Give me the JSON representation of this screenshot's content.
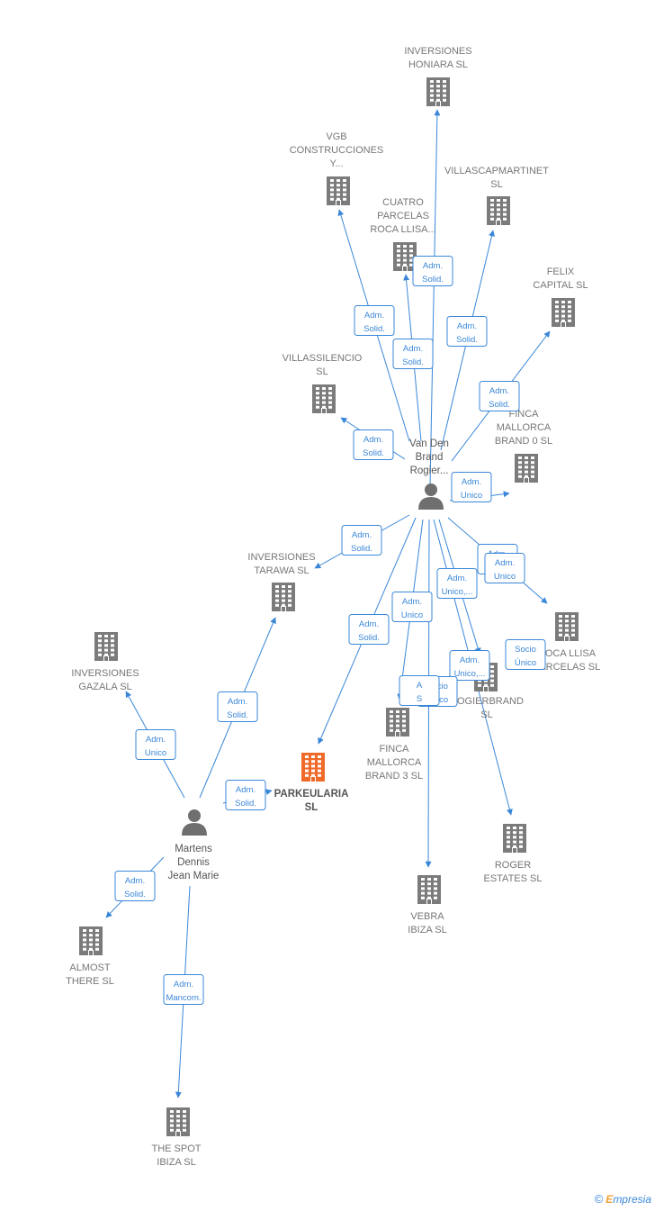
{
  "colors": {
    "company": "#7b7b7b",
    "focus": "#f06a2a",
    "person": "#6f6f6f",
    "edge": "#3a87d8"
  },
  "nodes": [
    {
      "id": "honiara",
      "type": "company",
      "lines": [
        "INVERSIONES",
        "HONIARA  SL"
      ]
    },
    {
      "id": "vgb",
      "type": "company",
      "lines": [
        "VGB",
        "CONSTRUCCIONES",
        "Y..."
      ]
    },
    {
      "id": "villascap",
      "type": "company",
      "lines": [
        "VILLASCAPMARTINET",
        "SL"
      ]
    },
    {
      "id": "cuatro",
      "type": "company",
      "lines": [
        "CUATRO",
        "PARCELAS",
        "ROCA LLISA..."
      ]
    },
    {
      "id": "felix",
      "type": "company",
      "lines": [
        "FELIX",
        "CAPITAL  SL"
      ]
    },
    {
      "id": "villassilencio",
      "type": "company",
      "lines": [
        "VILLASSILENCIO",
        "SL"
      ]
    },
    {
      "id": "finca0",
      "type": "company",
      "lines": [
        "FINCA",
        "MALLORCA",
        "BRAND 0  SL"
      ]
    },
    {
      "id": "vandenbrand",
      "type": "person",
      "lines": [
        "Van Den",
        "Brand",
        "Rogier..."
      ]
    },
    {
      "id": "tarawa",
      "type": "company",
      "lines": [
        "INVERSIONES",
        "TARAWA  SL"
      ]
    },
    {
      "id": "gazala",
      "type": "company",
      "lines": [
        "INVERSIONES",
        "GAZALA  SL"
      ]
    },
    {
      "id": "rocallisa",
      "type": "company",
      "lines": [
        "ROCA LLISA",
        "PARCELAS  SL"
      ]
    },
    {
      "id": "rogierbrand",
      "type": "company",
      "lines": [
        "ROGIERBRAND",
        "SL"
      ]
    },
    {
      "id": "finca3",
      "type": "company",
      "lines": [
        "FINCA",
        "MALLORCA",
        "BRAND 3  SL"
      ]
    },
    {
      "id": "parkeularia",
      "type": "focus",
      "lines": [
        "PARKEULARIA",
        "SL"
      ]
    },
    {
      "id": "martens",
      "type": "person",
      "lines": [
        "Martens",
        "Dennis",
        "Jean Marie"
      ]
    },
    {
      "id": "rogerestates",
      "type": "company",
      "lines": [
        "ROGER",
        "ESTATES  SL"
      ]
    },
    {
      "id": "vebra",
      "type": "company",
      "lines": [
        "VEBRA",
        "IBIZA  SL"
      ]
    },
    {
      "id": "almost",
      "type": "company",
      "lines": [
        "ALMOST",
        "THERE  SL"
      ]
    },
    {
      "id": "thespot",
      "type": "company",
      "lines": [
        "THE SPOT",
        "IBIZA  SL"
      ]
    }
  ],
  "edges": [
    {
      "from": "vandenbrand",
      "to": "honiara",
      "label": [
        "Adm.",
        "Solid."
      ]
    },
    {
      "from": "vandenbrand",
      "to": "vgb",
      "label": [
        "Adm.",
        "Solid."
      ]
    },
    {
      "from": "vandenbrand",
      "to": "cuatro",
      "label": [
        "Adm.",
        "Solid."
      ]
    },
    {
      "from": "vandenbrand",
      "to": "villascap",
      "label": [
        "Adm.",
        "Solid."
      ]
    },
    {
      "from": "vandenbrand",
      "to": "felix",
      "label": [
        "Adm.",
        "Solid."
      ]
    },
    {
      "from": "vandenbrand",
      "to": "villassilencio",
      "label": [
        "Adm.",
        "Solid."
      ]
    },
    {
      "from": "vandenbrand",
      "to": "finca0",
      "label": [
        "Adm.",
        "Unico"
      ]
    },
    {
      "from": "vandenbrand",
      "to": "tarawa",
      "label": [
        "Adm.",
        "Solid."
      ]
    },
    {
      "from": "vandenbrand",
      "to": "rocallisa",
      "label": [
        "Adm.",
        "Unico"
      ]
    },
    {
      "from": "vandenbrand",
      "to": "rogierbrand",
      "label": [
        "Adm.",
        "Unico,..."
      ]
    },
    {
      "from": "vandenbrand",
      "to": "finca3",
      "label": [
        "Adm.",
        "Unico"
      ]
    },
    {
      "from": "vandenbrand",
      "to": "parkeularia",
      "label": [
        "Adm.",
        "Solid."
      ]
    },
    {
      "from": "vandenbrand",
      "to": "rogerestates",
      "label": [
        "Adm.",
        "Unico,..."
      ]
    },
    {
      "from": "vandenbrand",
      "to": "vebra",
      "label": [
        "Socio",
        "Único"
      ]
    },
    {
      "from": "martens",
      "to": "tarawa",
      "label": [
        "Adm.",
        "Solid."
      ]
    },
    {
      "from": "martens",
      "to": "gazala",
      "label": [
        "Adm.",
        "Unico"
      ]
    },
    {
      "from": "martens",
      "to": "parkeularia",
      "label": [
        "Adm.",
        "Solid."
      ]
    },
    {
      "from": "martens",
      "to": "almost",
      "label": [
        "Adm.",
        "Solid."
      ]
    },
    {
      "from": "martens",
      "to": "thespot",
      "label": [
        "Adm.",
        "Mancom."
      ]
    }
  ],
  "extra_labels": [
    {
      "id": "x1",
      "label": [
        "Adm.",
        "Unico"
      ]
    },
    {
      "id": "x2",
      "label": [
        "Socio",
        "Único"
      ]
    },
    {
      "id": "x3",
      "label": [
        "A",
        "S"
      ]
    }
  ],
  "brand": {
    "copyright": "©",
    "initial": "E",
    "rest": "mpresia"
  }
}
